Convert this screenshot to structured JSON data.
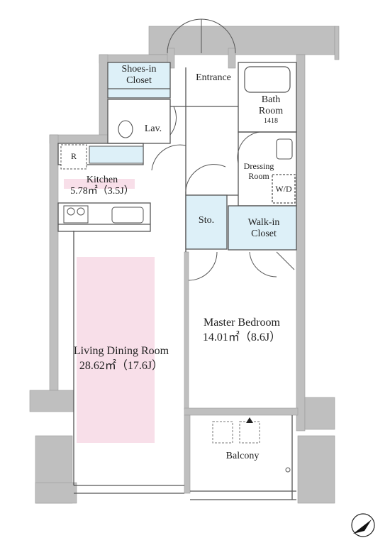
{
  "rooms": {
    "shoes_in_closet": {
      "line1": "Shoes-in",
      "line2": "Closet"
    },
    "entrance": {
      "label": "Entrance"
    },
    "bath": {
      "line1": "Bath",
      "line2": "Room",
      "code": "1418"
    },
    "lav": {
      "label": "Lav."
    },
    "refrigerator": {
      "label": "R"
    },
    "kitchen": {
      "name": "Kitchen",
      "area": "5.78㎡（3.5J）"
    },
    "dressing": {
      "line1": "Dressing",
      "line2": "Room"
    },
    "washer_dryer": {
      "label": "W/D"
    },
    "storage": {
      "label": "Sto."
    },
    "walk_in_closet": {
      "line1": "Walk-in",
      "line2": "Closet"
    },
    "master_bedroom": {
      "name": "Master Bedroom",
      "area": "14.01㎡（8.6J）"
    },
    "living_dining": {
      "name": "Living Dining Room",
      "area": "28.62㎡（17.6J）"
    },
    "balcony": {
      "label": "Balcony"
    }
  },
  "colors": {
    "wall": "#bfbfbf",
    "storage_fill": "#ddf0f8",
    "highlight_fill": "#f8dfe9",
    "line": "#555555"
  },
  "icons": [
    "compass-icon",
    "bathtub-icon",
    "toilet-icon",
    "sink-icon",
    "stove-icon",
    "washbasin-icon",
    "door-swing-icon"
  ]
}
